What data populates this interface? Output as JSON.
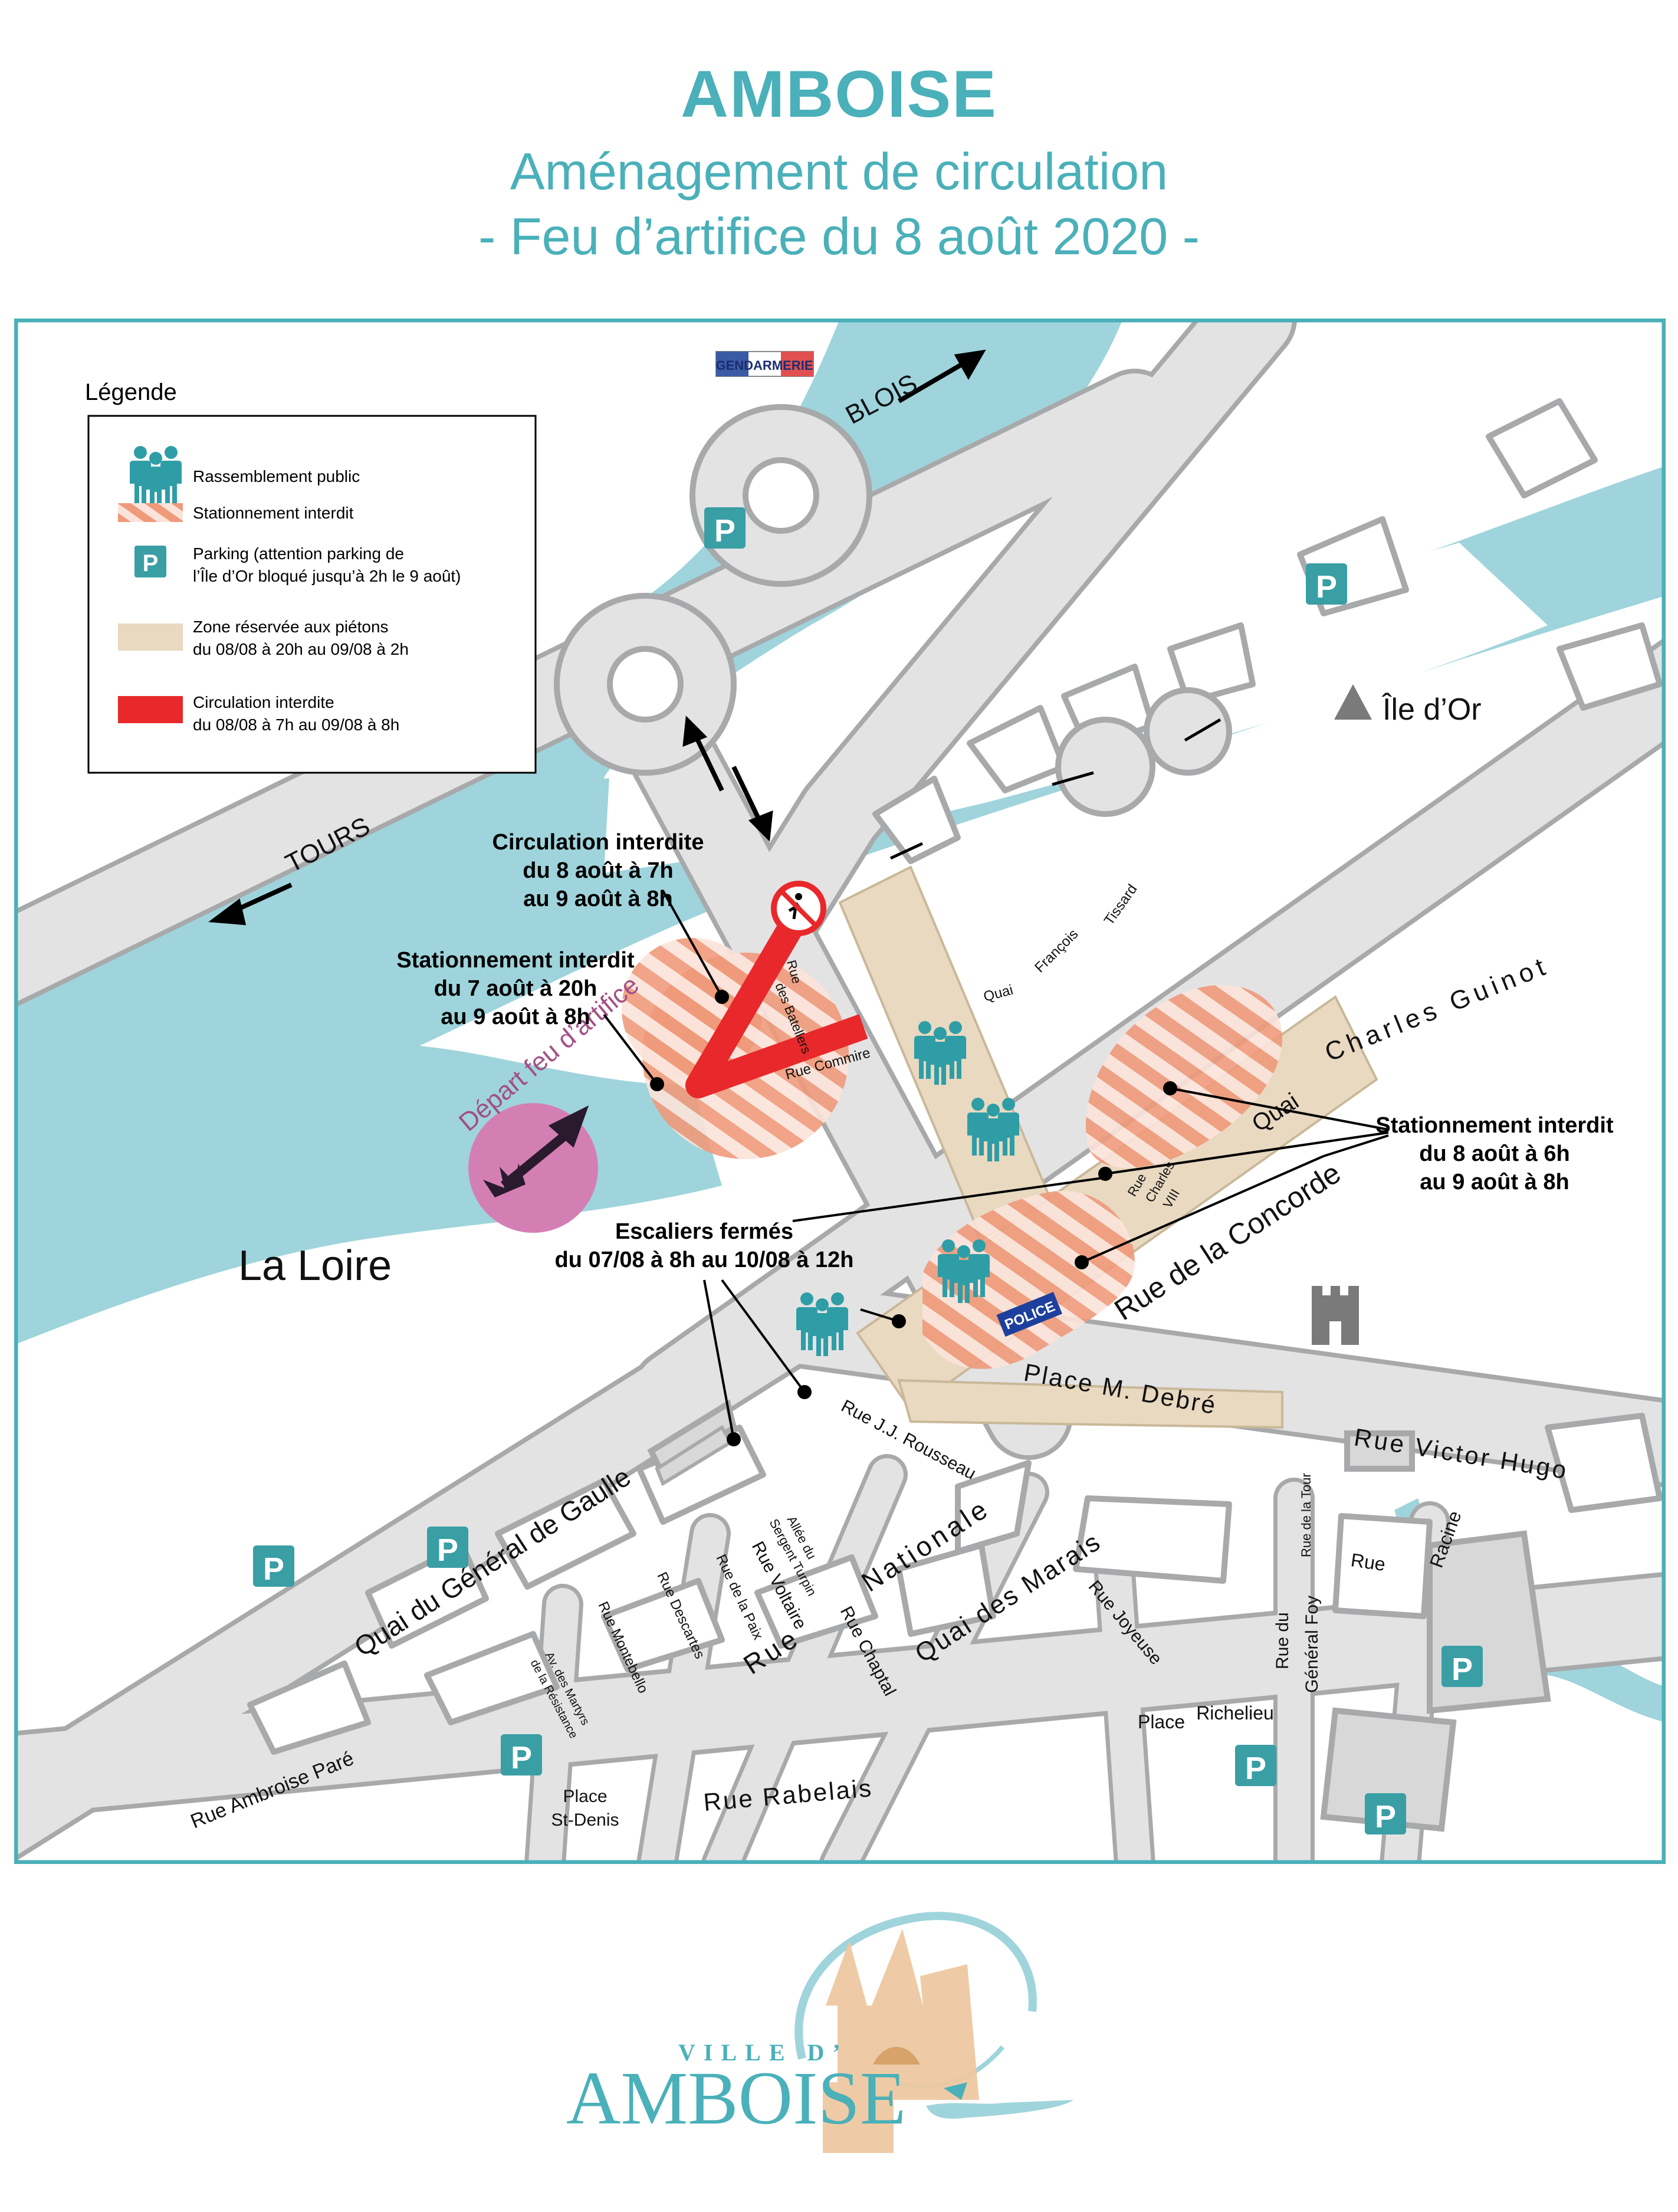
{
  "header": {
    "title": "AMBOISE",
    "subtitle": "Aménagement de circulation",
    "subtitle2": "- Feu d’artifice du 8 août 2020 -"
  },
  "colors": {
    "accent": "#4ab0b9",
    "water": "#9fd4dc",
    "road": "#e3e3e4",
    "road_edge": "#a8a9ab",
    "pedestrian_zone": "#e8d9c0",
    "closed_road": "#e8282b",
    "no_parking": "#f0a080",
    "crowd": "#2f9da6",
    "parking": "#3a9ea5",
    "fireworks": "#d47fb3"
  },
  "legend": {
    "title": "Légende",
    "items": [
      {
        "icon": "crowd-icon",
        "label": "Rassemblement public"
      },
      {
        "icon": "no-parking-hatch-icon",
        "label": "Stationnement interdit"
      },
      {
        "icon": "parking-icon",
        "symbol": "P",
        "label": "Parking (attention parking de",
        "label2": "l’Île d’Or bloqué jusqu’à 2h le 9 août)"
      },
      {
        "icon": "pedestrian-zone-swatch",
        "label": "Zone réservée aux piétons",
        "label2": "du 08/08 à 20h au 09/08 à 2h"
      },
      {
        "icon": "closed-road-swatch",
        "label": "Circulation interdite",
        "label2": "du 08/08 à 7h au 09/08 à 8h"
      }
    ]
  },
  "map": {
    "gendarmerie": "GENDARMERIE",
    "police": "POLICE",
    "parking_symbol": "P",
    "directions": {
      "blois": "BLOIS",
      "tours": "TOURS"
    },
    "places": {
      "ile_or": "Île d’Or",
      "loire": "La Loire",
      "depart": "Départ feu d’artifice"
    },
    "streets": {
      "batellers_1": "Rue",
      "batellers_2": "des Batellers",
      "commire": "Rue Commire",
      "quai_francois_tissard_1": "Quai",
      "quai_francois_tissard_2": "François",
      "quai_francois_tissard_3": "Tissard",
      "quai_charles_guinot_1": "Quai",
      "quai_charles_guinot_2": "Charles Guinot",
      "charles_viii_1": "Rue",
      "charles_viii_2": "Charles",
      "charles_viii_3": "VIII",
      "concorde": "Rue de la Concorde",
      "place_debre": "Place M. Debré",
      "victor_hugo": "Rue Victor Hugo",
      "jj_rousseau": "Rue J.J. Rousseau",
      "general_de_gaulle": "Quai du Général de Gaulle",
      "nationale_1": "Rue",
      "nationale_2": "Nationale",
      "quai_marais": "Quai des Marais",
      "joyeuse": "Rue Joyeuse",
      "chaptal": "Rue Chaptal",
      "voltaire": "Rue Voltaire",
      "sergent_turpin_1": "Allée du",
      "sergent_turpin_2": "Sergent Turpin",
      "de_la_paix": "Rue de la Paix",
      "descartes": "Rue Descartes",
      "montebello": "Rue Montebello",
      "martyrs_1": "Av. des Martyrs",
      "martyrs_2": "de la Résistance",
      "ambroise_pare": "Rue Ambroise Paré",
      "place_st_denis_1": "Place",
      "place_st_denis_2": "St-Denis",
      "rabelais": "Rue Rabelais",
      "place_richelieu_1": "Place",
      "place_richelieu_2": "Richelieu",
      "general_foy_1": "Rue du",
      "general_foy_2": "Général Foy",
      "de_la_tour": "Rue de la Tour",
      "racine_1": "Rue",
      "racine_2": "Racine"
    },
    "callouts": {
      "circ_1": "Circulation interdite",
      "circ_2": "du 8 août à 7h",
      "circ_3": "au 9 août à 8h",
      "stat_left_1": "Stationnement interdit",
      "stat_left_2": "du 7 août à 20h",
      "stat_left_3": "au 9 août à 8h",
      "stat_right_1": "Stationnement interdit",
      "stat_right_2": "du 8 août à 6h",
      "stat_right_3": "au 9 août à 8h",
      "esc_1": "Escaliers fermés",
      "esc_2": "du 07/08 à 8h au 10/08 à 12h"
    }
  },
  "footer": {
    "logo_line1": "VILLE D’",
    "logo_line2": "AMBOISE"
  }
}
